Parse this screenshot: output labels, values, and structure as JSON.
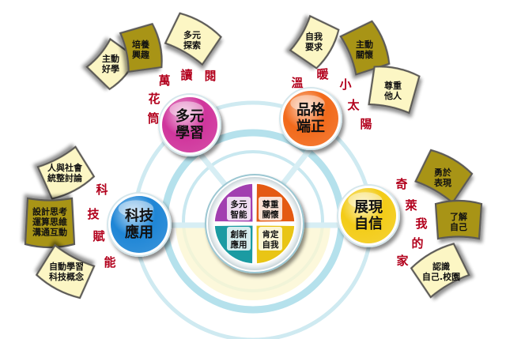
{
  "center": {
    "quadrants": [
      {
        "lines": [
          "多元",
          "智能"
        ],
        "color": "#a23fb0"
      },
      {
        "lines": [
          "尊重",
          "關懷"
        ],
        "color": "#e45a12"
      },
      {
        "lines": [
          "創新",
          "應用"
        ],
        "color": "#1b9ba2"
      },
      {
        "lines": [
          "肯定",
          "自我"
        ],
        "color": "#e9c515"
      }
    ]
  },
  "hubs": {
    "multi_learning": {
      "lines": [
        "多元",
        "學習"
      ],
      "color": "#d0359c",
      "poem": [
        "萬",
        "花",
        "筒",
        "讀",
        "閱"
      ],
      "petals": [
        {
          "lines": [
            "主動",
            "好學"
          ],
          "tone": "light"
        },
        {
          "lines": [
            "培養",
            "興趣"
          ],
          "tone": "dark"
        },
        {
          "lines": [
            "多元",
            "探索"
          ],
          "tone": "light"
        }
      ]
    },
    "character": {
      "lines": [
        "品格",
        "端正"
      ],
      "color": "#f26a1b",
      "poem": [
        "溫",
        "暖",
        "小",
        "太",
        "陽"
      ],
      "petals": [
        {
          "lines": [
            "自我",
            "要求"
          ],
          "tone": "light"
        },
        {
          "lines": [
            "主動",
            "關懷"
          ],
          "tone": "dark"
        },
        {
          "lines": [
            "尊重",
            "他人"
          ],
          "tone": "light"
        }
      ]
    },
    "technology": {
      "lines": [
        "科技",
        "應用"
      ],
      "color": "#1f86d6",
      "poem": [
        "科",
        "技",
        "賦",
        "能"
      ],
      "petals": [
        {
          "lines": [
            "人與社會",
            "統整討論"
          ],
          "tone": "light"
        },
        {
          "lines": [
            "設計思考",
            "運算思維",
            "溝通互動"
          ],
          "tone": "dark"
        },
        {
          "lines": [
            "自動學習",
            "科技概念"
          ],
          "tone": "light"
        }
      ]
    },
    "confidence": {
      "lines": [
        "展現",
        "自信"
      ],
      "color": "#f3cc18",
      "poem": [
        "奇",
        "萊",
        "我",
        "的",
        "家"
      ],
      "petals": [
        {
          "lines": [
            "勇於",
            "表現"
          ],
          "tone": "dark"
        },
        {
          "lines": [
            "了解",
            "自己"
          ],
          "tone": "dark"
        },
        {
          "lines": [
            "認識",
            "自己.校園"
          ],
          "tone": "light"
        }
      ]
    }
  },
  "colors": {
    "petal_dark": "#a89418",
    "petal_light": "#fcf6c4",
    "petal_border": "#5c5a56",
    "poem_text": "#b2001c",
    "ring": "#b5e1ec"
  }
}
